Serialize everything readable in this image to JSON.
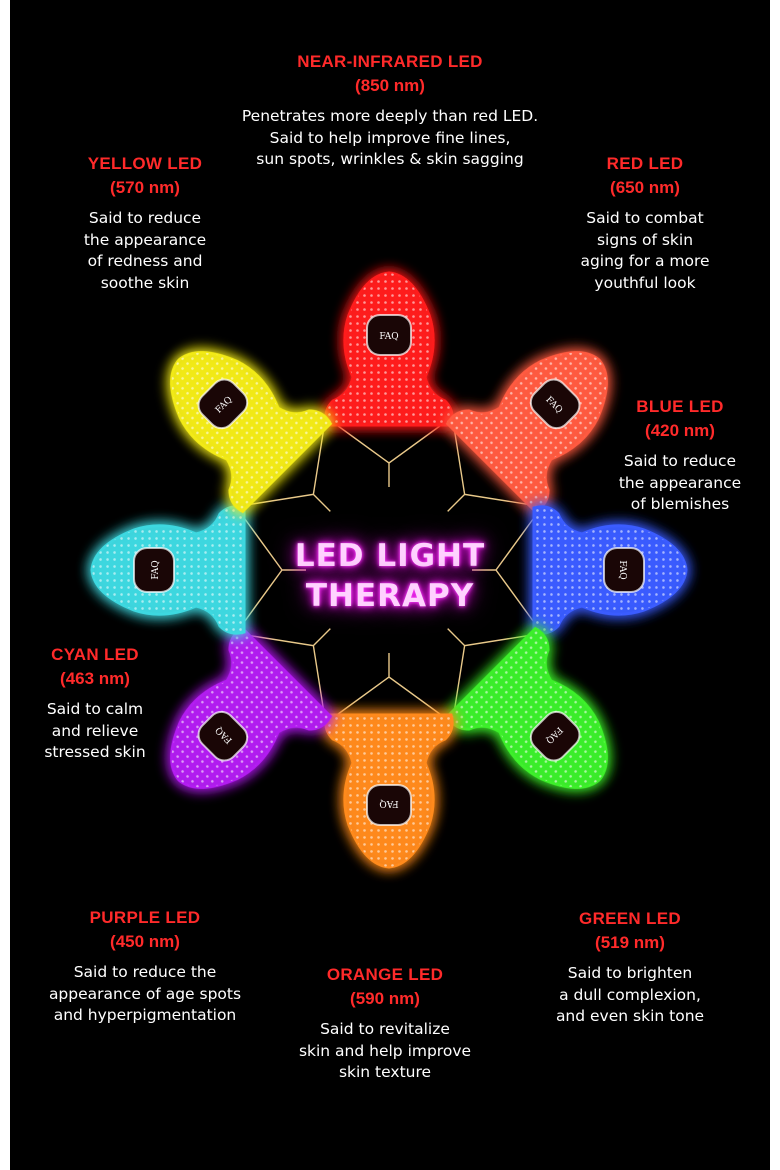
{
  "title": {
    "line1": "LED LIGHT",
    "line2": "THERAPY"
  },
  "brand": "FAQ",
  "colors": {
    "background": "#000000",
    "label_red": "#ff2a2a",
    "title_glow": "#ff20ff"
  },
  "leds": [
    {
      "id": "near-infrared",
      "name": "NEAR-INFRARED LED",
      "wavelength": "(850 nm)",
      "description": "Penetrates more deeply than red LED.\nSaid to help improve fine lines,\nsun spots, wrinkles & skin sagging",
      "color": "#ff1e1e"
    },
    {
      "id": "yellow",
      "name": "YELLOW LED",
      "wavelength": "(570 nm)",
      "description": "Said to reduce\nthe appearance\nof redness and\nsoothe skin",
      "color": "#f2ea18"
    },
    {
      "id": "red",
      "name": "RED LED",
      "wavelength": "(650 nm)",
      "description": "Said to combat\nsigns of skin\naging for a more\nyouthful look",
      "color": "#ff5a40"
    },
    {
      "id": "blue",
      "name": "BLUE LED",
      "wavelength": "(420 nm)",
      "description": "Said to reduce\nthe appearance\nof blemishes",
      "color": "#3a5cff"
    },
    {
      "id": "cyan",
      "name": "CYAN LED",
      "wavelength": "(463 nm)",
      "description": "Said to calm\nand relieve\nstressed skin",
      "color": "#3ed8e0"
    },
    {
      "id": "purple",
      "name": "PURPLE LED",
      "wavelength": "(450 nm)",
      "description": "Said to reduce the\nappearance of age spots\nand hyperpigmentation",
      "color": "#b21cf0"
    },
    {
      "id": "orange",
      "name": "ORANGE LED",
      "wavelength": "(590 nm)",
      "description": "Said to revitalize\nskin and help improve\nskin texture",
      "color": "#ff8a1e"
    },
    {
      "id": "green",
      "name": "GREEN LED",
      "wavelength": "(519 nm)",
      "description": "Said to brighten\na dull complexion,\nand even skin tone",
      "color": "#3cef2a"
    }
  ]
}
